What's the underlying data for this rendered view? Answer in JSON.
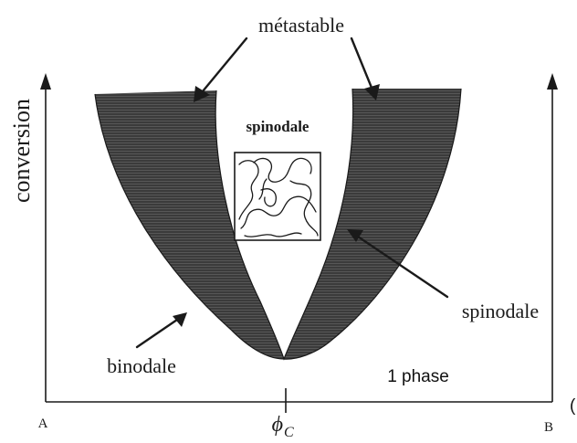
{
  "labels": {
    "metastable": "métastable",
    "y_axis": "conversion",
    "spinodale_inset": "spinodale",
    "spinodale_right": "spinodale",
    "binodale": "binodale",
    "one_phase": "1 phase",
    "point_a": "A",
    "point_b": "B",
    "phi_c_symbol": "ϕ",
    "phi_c_subscript": "C",
    "edge_fragment": "("
  },
  "colors": {
    "shaded_region": "#3a3a3a",
    "ink": "#1a1a1a",
    "background": "#ffffff"
  },
  "regions": {
    "shaded": "metastable region between binodale and spinodale curves",
    "inset": "spinodale morphology sketch"
  }
}
